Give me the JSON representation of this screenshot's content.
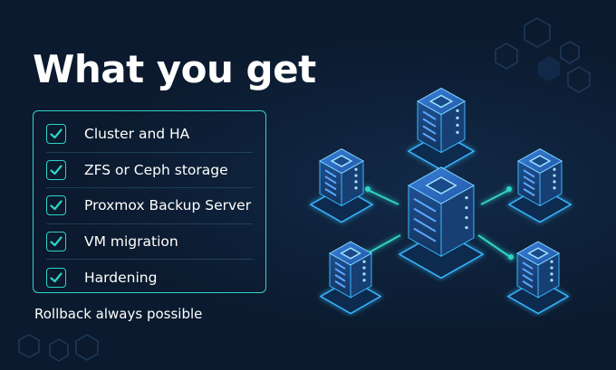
{
  "heading": "What you get",
  "checklist": {
    "items": [
      {
        "label": "Cluster and HA"
      },
      {
        "label": "ZFS or Ceph storage"
      },
      {
        "label": "Proxmox Backup Server"
      },
      {
        "label": "VM migration"
      },
      {
        "label": "Hardening"
      }
    ]
  },
  "footnote": "Rollback always possible",
  "colors": {
    "background": "#0b1a2e",
    "accent": "#2fd3c8",
    "server_blue": "#1e66c8",
    "glow": "#38b8ff"
  },
  "icons": {
    "check": "checkmark-icon",
    "server": "server-stack-icon"
  }
}
